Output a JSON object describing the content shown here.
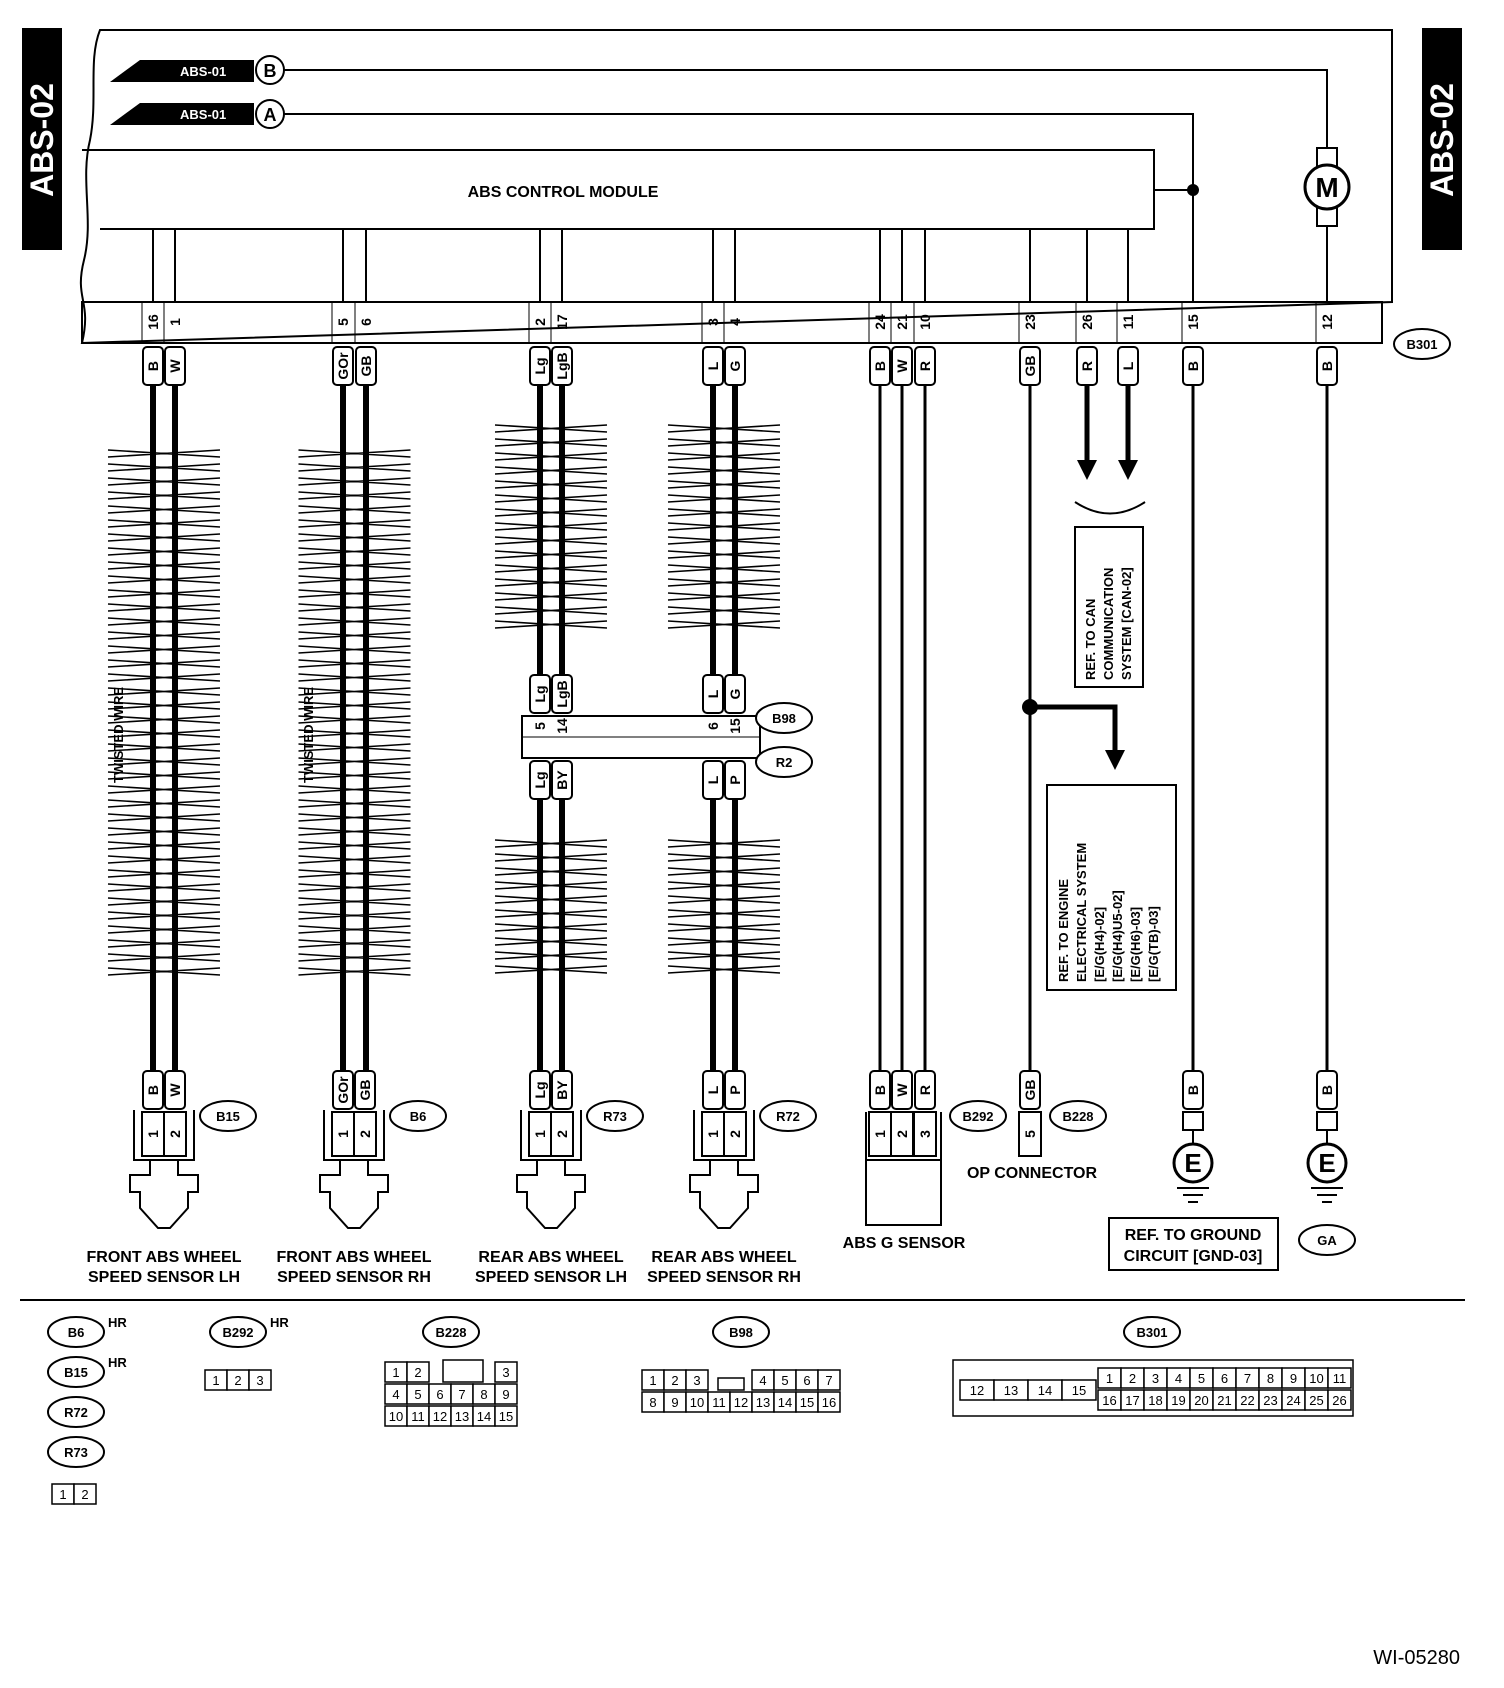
{
  "page_code": "ABS-02",
  "figure_id": "WI-05280",
  "inputs": [
    {
      "label": "ABS-01",
      "letter": "B"
    },
    {
      "label": "ABS-01",
      "letter": "A"
    }
  ],
  "module": {
    "name": "ABS CONTROL MODULE",
    "motor": "M",
    "connector": "B301"
  },
  "pins": [
    {
      "num": "16",
      "color": "B"
    },
    {
      "num": "1",
      "color": "W"
    },
    {
      "num": "5",
      "color": "GOr"
    },
    {
      "num": "6",
      "color": "GB"
    },
    {
      "num": "2",
      "color": "Lg"
    },
    {
      "num": "17",
      "color": "LgB"
    },
    {
      "num": "3",
      "color": "L"
    },
    {
      "num": "4",
      "color": "G"
    },
    {
      "num": "24",
      "color": "B"
    },
    {
      "num": "21",
      "color": "W"
    },
    {
      "num": "10",
      "color": "R"
    },
    {
      "num": "23",
      "color": "GB"
    },
    {
      "num": "26",
      "color": "R"
    },
    {
      "num": "11",
      "color": "L"
    },
    {
      "num": "15",
      "color": "B"
    },
    {
      "num": "12",
      "color": "B"
    }
  ],
  "twisted_label": "TWISTED WIRE",
  "intermediate": {
    "upper": "B98",
    "lower": "R2",
    "wires": [
      {
        "top": "Lg",
        "pin": "5",
        "bottom": "Lg"
      },
      {
        "top": "LgB",
        "pin": "14",
        "bottom": "BY"
      },
      {
        "top": "L",
        "pin": "6",
        "bottom": "L"
      },
      {
        "top": "G",
        "pin": "15",
        "bottom": "P"
      }
    ]
  },
  "sensors": [
    {
      "name1": "FRONT ABS WHEEL",
      "name2": "SPEED SENSOR LH",
      "conn": "B15",
      "colors": [
        "B",
        "W"
      ],
      "pins": [
        "1",
        "2"
      ]
    },
    {
      "name1": "FRONT ABS WHEEL",
      "name2": "SPEED SENSOR RH",
      "conn": "B6",
      "colors": [
        "GOr",
        "GB"
      ],
      "pins": [
        "1",
        "2"
      ]
    },
    {
      "name1": "REAR ABS WHEEL",
      "name2": "SPEED SENSOR LH",
      "conn": "R73",
      "colors": [
        "Lg",
        "BY"
      ],
      "pins": [
        "1",
        "2"
      ]
    },
    {
      "name1": "REAR ABS WHEEL",
      "name2": "SPEED SENSOR RH",
      "conn": "R72",
      "colors": [
        "L",
        "P"
      ],
      "pins": [
        "1",
        "2"
      ]
    }
  ],
  "g_sensor": {
    "name": "ABS G SENSOR",
    "conn": "B292",
    "colors": [
      "B",
      "W",
      "R"
    ],
    "pins": [
      "1",
      "2",
      "3"
    ]
  },
  "op_connector": {
    "name": "OP CONNECTOR",
    "conn": "B228",
    "color": "GB",
    "pin": "5"
  },
  "grounds": [
    {
      "color": "B",
      "symbol": "E",
      "ref": [
        "REF. TO GROUND",
        "CIRCUIT [GND-03]"
      ]
    },
    {
      "color": "B",
      "symbol": "E",
      "label": "GA"
    }
  ],
  "refs": {
    "can": [
      "REF. TO CAN",
      "COMMUNICATION",
      "SYSTEM [CAN-02]"
    ],
    "engine": [
      "REF. TO ENGINE",
      "ELECTRICAL SYSTEM",
      "[E/G(H4)-02]",
      "[E/G(H4)U5-02]",
      "[E/G(H6)-03]",
      "[E/G(TB)-03]"
    ]
  },
  "legend": {
    "hr": "HR",
    "small_conns": [
      "B6",
      "B15",
      "R72",
      "R73"
    ],
    "small_pins": [
      "1",
      "2"
    ],
    "b292": {
      "label": "B292",
      "pins": [
        "1",
        "2",
        "3"
      ]
    },
    "b228": {
      "label": "B228",
      "rows": [
        [
          "1",
          "2",
          "",
          "3"
        ],
        [
          "4",
          "5",
          "6",
          "7",
          "8",
          "9"
        ],
        [
          "10",
          "11",
          "12",
          "13",
          "14",
          "15"
        ]
      ]
    },
    "b98": {
      "label": "B98",
      "row1": [
        "1",
        "2",
        "3",
        "4",
        "5",
        "6",
        "7"
      ],
      "row2": [
        "8",
        "9",
        "10",
        "11",
        "12",
        "13",
        "14",
        "15",
        "16"
      ]
    },
    "b301": {
      "label": "B301",
      "left": [
        "12",
        "13",
        "14",
        "15"
      ],
      "row1": [
        "1",
        "2",
        "3",
        "4",
        "5",
        "6",
        "7",
        "8",
        "9",
        "10",
        "11"
      ],
      "row2": [
        "16",
        "17",
        "18",
        "19",
        "20",
        "21",
        "22",
        "23",
        "24",
        "25",
        "26"
      ]
    }
  }
}
